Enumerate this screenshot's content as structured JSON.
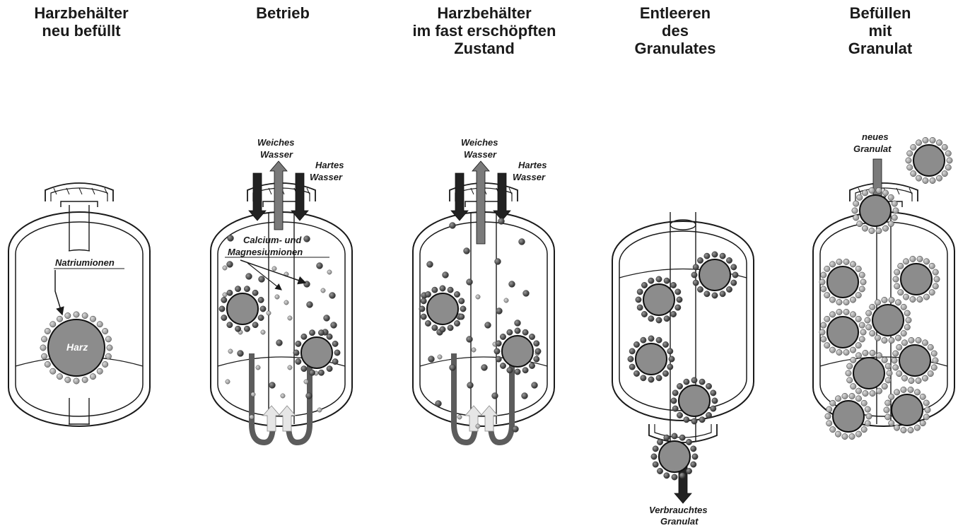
{
  "panels": [
    {
      "title_lines": [
        "Harzbehälter",
        "neu befüllt"
      ]
    },
    {
      "title_lines": [
        "Betrieb"
      ]
    },
    {
      "title_lines": [
        "Harzbehälter",
        "im fast erschöpften",
        "Zustand"
      ]
    },
    {
      "title_lines": [
        "Entleeren",
        "des",
        "Granulates"
      ]
    },
    {
      "title_lines": [
        "Befüllen",
        "mit",
        "Granulat"
      ]
    }
  ],
  "labels": {
    "natriumionen": "Natriumionen",
    "harz": "Harz",
    "weiches_wasser": [
      "Weiches",
      "Wasser"
    ],
    "hartes_wasser": [
      "Hartes",
      "Wasser"
    ],
    "calcium_magnesium": [
      "Calcium- und",
      "Magnesiumionen"
    ],
    "verbrauchtes_granulat": [
      "Verbrauchtes",
      "Granulat"
    ],
    "neues_granulat": [
      "neues",
      "Granulat"
    ]
  },
  "colors": {
    "resin_fill": "#8c8c8c",
    "sodium_ion": "#a8a8a8",
    "calcium_ion": "#4a4a4a",
    "soft_water_arrow": "#7a7a7a",
    "hard_water_arrow": "#222222",
    "outline": "#1a1a1a"
  }
}
